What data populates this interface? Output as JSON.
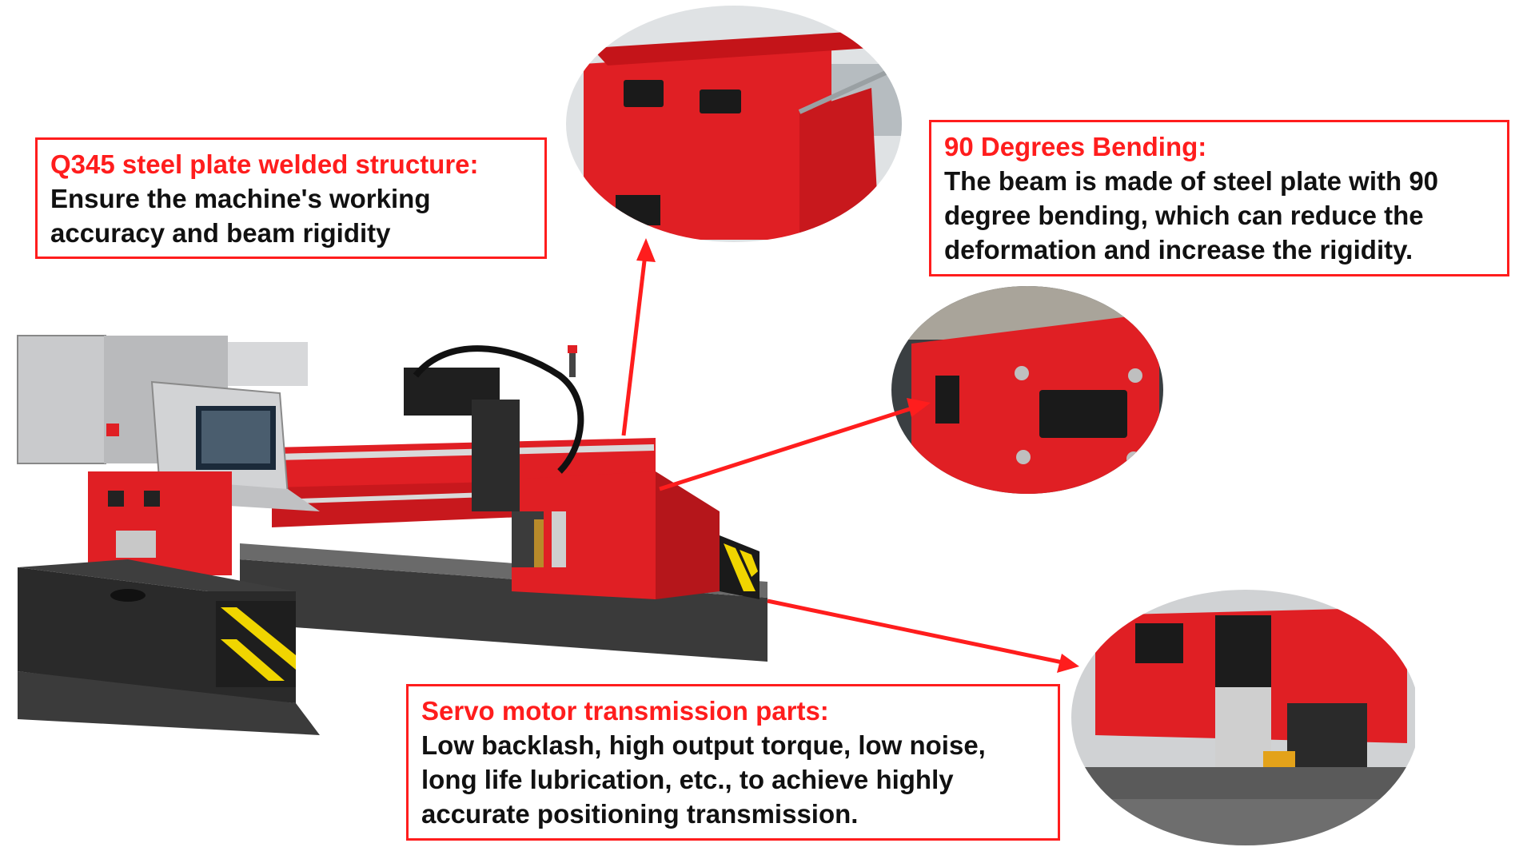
{
  "callouts": {
    "q345": {
      "title": "Q345 steel plate welded structure:",
      "lines": [
        "Ensure the machine's working",
        "accuracy and beam rigidity"
      ]
    },
    "bending": {
      "title": "90 Degrees Bending:",
      "lines": [
        "The beam is made of steel plate with 90",
        "degree bending, which can reduce the",
        "deformation and increase the rigidity."
      ]
    },
    "servo": {
      "title": "Servo motor transmission parts:",
      "lines": [
        "Low backlash, high output torque, low noise,",
        "long life lubrication, etc., to achieve highly",
        "accurate positioning transmission."
      ]
    }
  },
  "colors": {
    "accent": "#ff1d1d",
    "machine_red": "#e01f24",
    "frame_grey": "#cfd0d2",
    "base_black": "#2a2a2a"
  },
  "icons": {
    "arrow": "red-arrow-icon"
  }
}
